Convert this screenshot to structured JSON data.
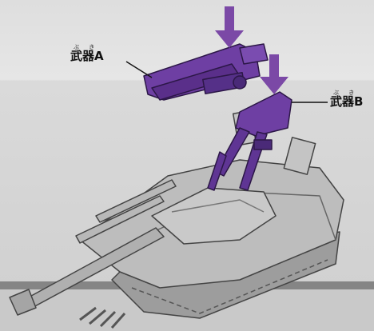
{
  "labels": {
    "weapon_a": {
      "text": "武器A",
      "ruby": "ぶ き"
    },
    "weapon_b": {
      "text": "武器B",
      "ruby": "ぶ き"
    }
  },
  "icons": [
    "down-arrow-icon",
    "down-arrow-icon"
  ],
  "colors": {
    "arrow": "#7b49a6",
    "weapon_parts": "#6e3fa3",
    "tank_body": "#b5b5b5",
    "floor_stripe": "#858585"
  }
}
